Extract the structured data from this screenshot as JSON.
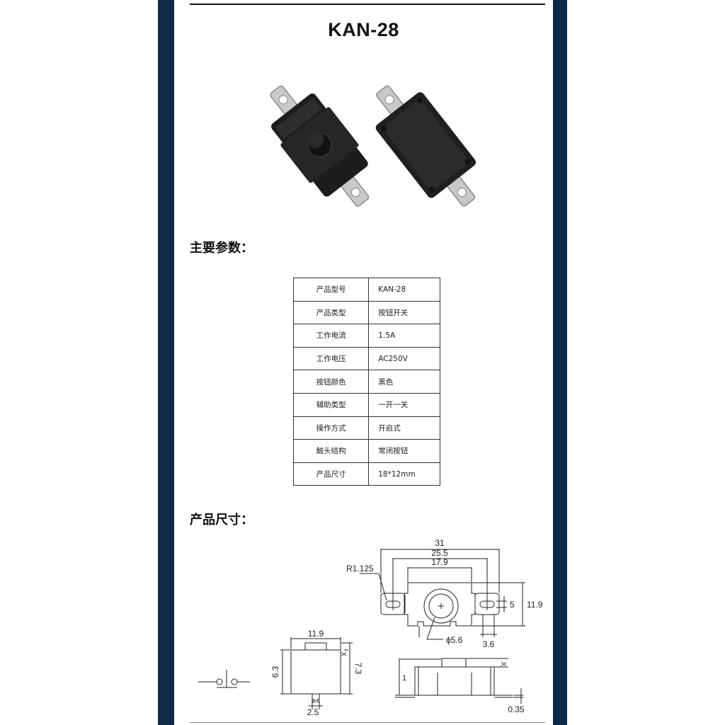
{
  "title": "KAN-28",
  "section_params": "主要参数：",
  "section_dims": "产品尺寸：",
  "specs": [
    {
      "key": "产品型号",
      "value": "KAN-28"
    },
    {
      "key": "产品类型",
      "value": "按钮开关"
    },
    {
      "key": "工作电流",
      "value": "1.5A"
    },
    {
      "key": "工作电压",
      "value": "AC250V"
    },
    {
      "key": "按钮颜色",
      "value": "黑色"
    },
    {
      "key": "辅助类型",
      "value": "一开一关"
    },
    {
      "key": "操作方式",
      "value": "开启式"
    },
    {
      "key": "触头结构",
      "value": "常闭按钮"
    },
    {
      "key": "产品尺寸",
      "value": "18*12mm"
    }
  ],
  "dims": {
    "overall_width": "31",
    "hole_pitch": "25.5",
    "body_width": "17.9",
    "corner_radius": "R1.125",
    "slot_length": "5",
    "height_top": "11.9",
    "button_dia": "ϕ5.6",
    "tab_width": "3.6",
    "side_width": "11.9",
    "side_height": "6.3",
    "side_total": "7.3",
    "side_x": "X",
    "pin_width": "2.5",
    "pin_width_small": "2.5",
    "front_x": "X",
    "front_one": "1",
    "front_thickness": "0.35"
  },
  "colors": {
    "sidebar": "#0d2a48",
    "switch_body": "#1d1d1d",
    "terminal": "#c8c8c8"
  }
}
